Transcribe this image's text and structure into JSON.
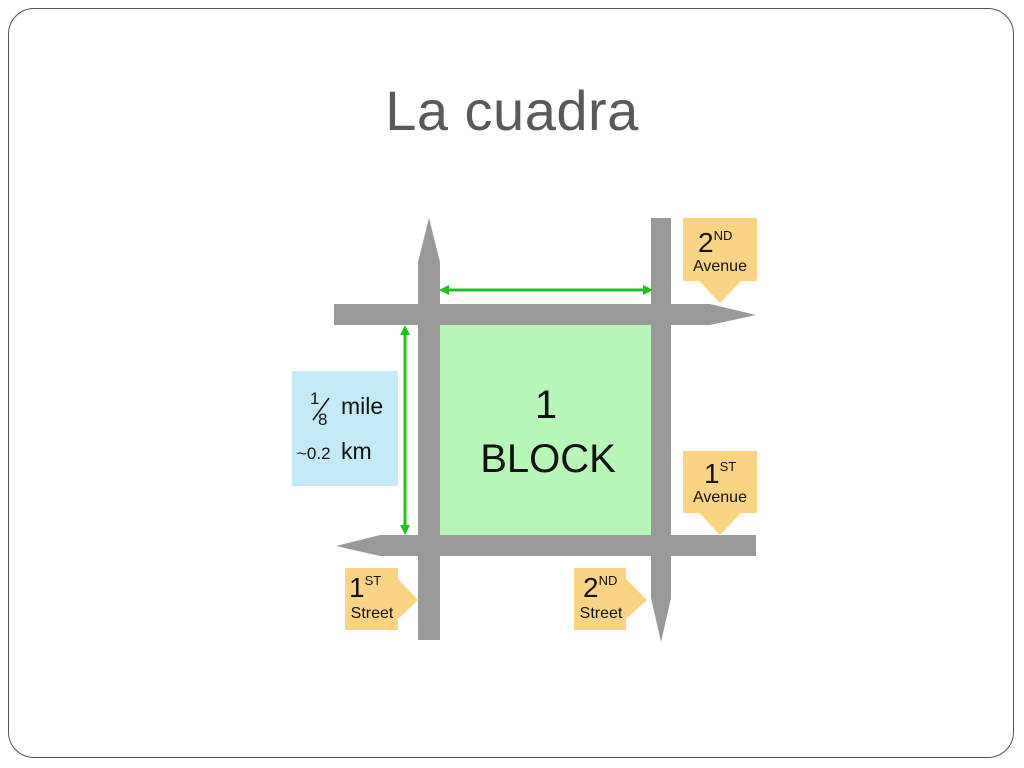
{
  "slide": {
    "title": "La cuadra"
  },
  "block": {
    "number": "1",
    "label": "BLOCK"
  },
  "distance": {
    "fraction_numerator": "1",
    "fraction_denominator": "8",
    "mile_label": "mile",
    "km_value": "~0.2",
    "km_label": "km"
  },
  "signs": {
    "second_avenue": {
      "number": "2",
      "suffix": "ND",
      "label": "Avenue"
    },
    "first_avenue": {
      "number": "1",
      "suffix": "ST",
      "label": "Avenue"
    },
    "first_street": {
      "number": "1",
      "suffix": "ST",
      "label": "Street"
    },
    "second_street": {
      "number": "2",
      "suffix": "ND",
      "label": "Street"
    }
  },
  "colors": {
    "road": "#999999",
    "block_fill": "#b7f7b7",
    "arrow": "#21c21d",
    "sign_fill": "#fad383",
    "distance_box": "#c3eaf7",
    "title_text": "#595959"
  }
}
